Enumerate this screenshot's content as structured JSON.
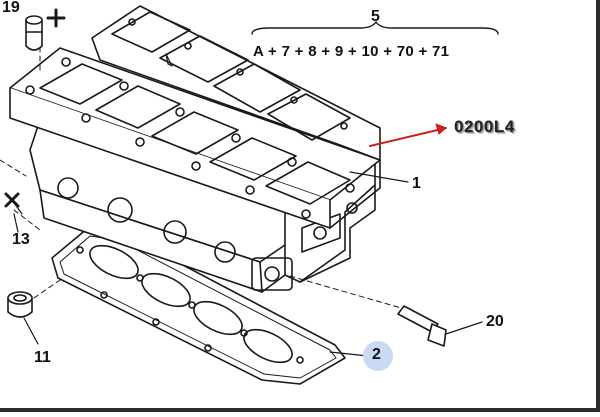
{
  "diagram": {
    "part_numbers": {
      "p19": "19",
      "p5": "5",
      "p1": "1",
      "p13": "13",
      "p11": "11",
      "p2": "2",
      "p20": "20"
    },
    "assembly_formula": "A + 7 + 8 + 9 + 10 + 70 + 71",
    "reference_code": "0200L4",
    "colors": {
      "arrow": "#cc1f1f",
      "highlight_badge": "#c9d9f2",
      "line_art": "#1a1a1a"
    }
  }
}
